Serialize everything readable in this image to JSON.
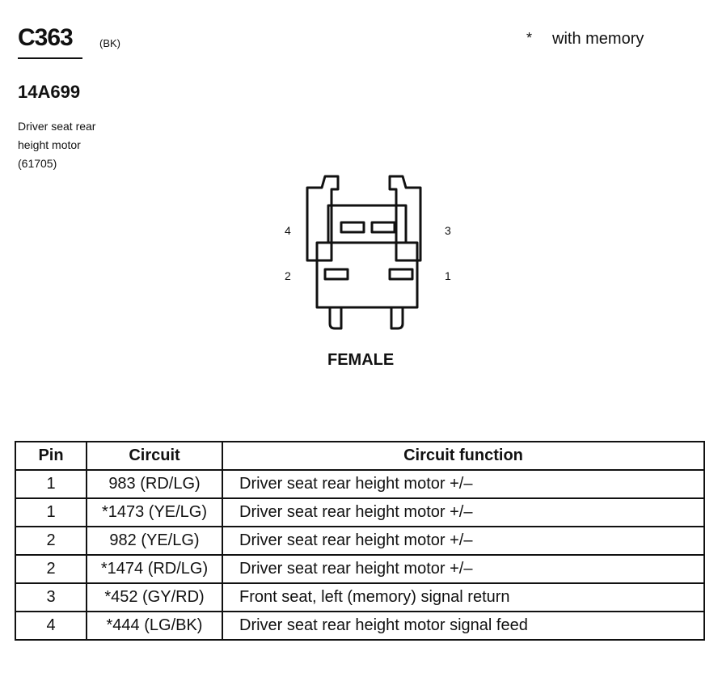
{
  "header": {
    "connector_code": "C363",
    "connector_color": "(BK)",
    "note_mark": "*",
    "note_text": "with memory",
    "part_number": "14A699",
    "description_lines": [
      "Driver seat rear",
      "height motor",
      "(61705)"
    ]
  },
  "diagram": {
    "pin_labels": {
      "p4": "4",
      "p3": "3",
      "p2": "2",
      "p1": "1"
    },
    "gender": "FEMALE"
  },
  "table": {
    "headers": [
      "Pin",
      "Circuit",
      "Circuit function"
    ],
    "rows": [
      [
        "1",
        "983 (RD/LG)",
        "Driver seat rear height motor  +/–"
      ],
      [
        "1",
        "*1473 (YE/LG)",
        "Driver seat rear height motor  +/–"
      ],
      [
        "2",
        "982 (YE/LG)",
        "Driver seat rear height motor  +/–"
      ],
      [
        "2",
        "*1474 (RD/LG)",
        "Driver seat rear height motor  +/–"
      ],
      [
        "3",
        "*452 (GY/RD)",
        "Front seat, left (memory) signal return"
      ],
      [
        "4",
        "*444 (LG/BK)",
        "Driver seat rear height motor  signal feed"
      ]
    ]
  }
}
